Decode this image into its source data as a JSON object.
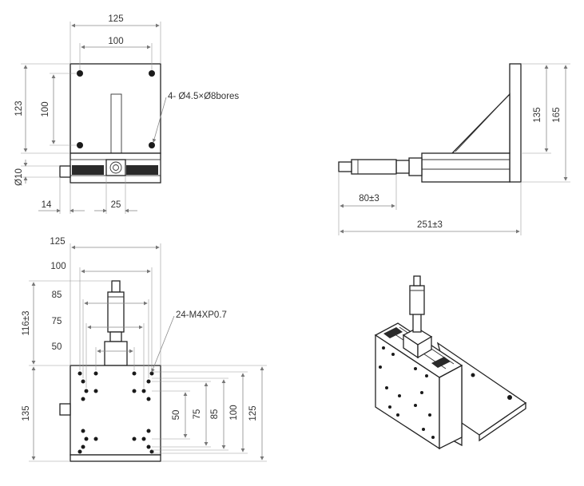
{
  "top_view": {
    "width_outer": "125",
    "width_inner": "100",
    "height_outer": "123",
    "height_inner": "100",
    "bore_note": "4- Ø4.5×Ø8bores",
    "dia_knob": "Ø10",
    "offset_left": "14",
    "knob_width": "25"
  },
  "side_view": {
    "height_inner": "135",
    "height_outer": "165",
    "micrometer_len": "80±3",
    "total_len": "251±3"
  },
  "front_view": {
    "w125": "125",
    "w100": "100",
    "w85": "85",
    "w75": "75",
    "w50": "50",
    "height_top": "116±3",
    "height_body": "135",
    "thread_note": "24-M4XP0.7",
    "v50": "50",
    "v75": "75",
    "v85": "85",
    "v100": "100",
    "v125": "125"
  }
}
